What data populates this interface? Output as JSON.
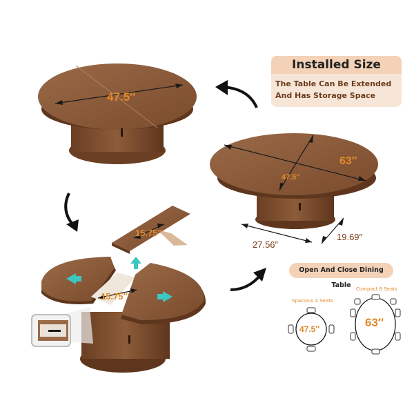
{
  "banner": {
    "title": "Installed Size",
    "subtitle": "The Table Can Be Extended And Has Storage Space"
  },
  "dimensions": {
    "round_diameter": "47.5″",
    "oval_length": "63″",
    "oval_width": "47.5″",
    "base_depth": "27.56″",
    "base_width": "19.69″",
    "leaf_length": "15.75″",
    "gap_length": "15.75″"
  },
  "dining": {
    "label": "Open And Close Dining Table",
    "small": {
      "caption": "Spacious 4 Seats",
      "size": "47.5″"
    },
    "large": {
      "caption": "Compact 8 Seats",
      "size": "63″"
    }
  },
  "colors": {
    "wood": "#8a5a3a",
    "wood_dark": "#6b3f23",
    "accent_orange": "#e08a2b",
    "banner_bg": "#f7e6d8",
    "banner_title_bg": "#f3d2b8",
    "arrow_teal": "#3cc7c2"
  }
}
